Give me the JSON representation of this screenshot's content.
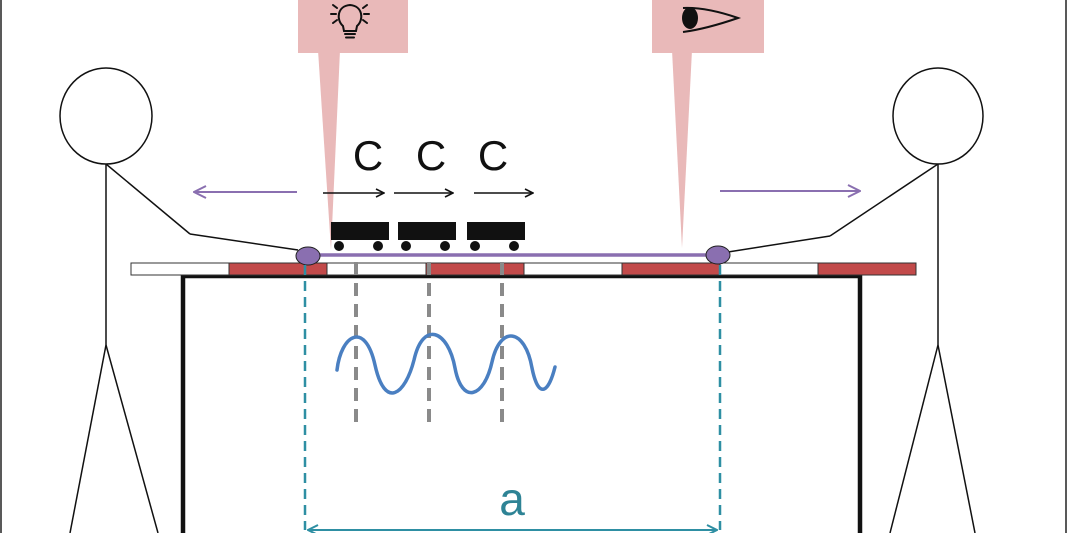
{
  "labels": {
    "c1": "C",
    "c2": "C",
    "c3": "C",
    "a": "a"
  },
  "icons": {
    "source": "lightbulb-icon",
    "observer": "eye-icon"
  },
  "colors": {
    "callout": "#e9b9b9",
    "rod": "#8a6fb0",
    "segment_red": "#c24a4a",
    "dash_teal": "#2e8fa3",
    "dash_gray": "#8a8a8a",
    "wave": "#4a7fc1",
    "label_teal": "#2e8395",
    "outline": "#111111"
  }
}
